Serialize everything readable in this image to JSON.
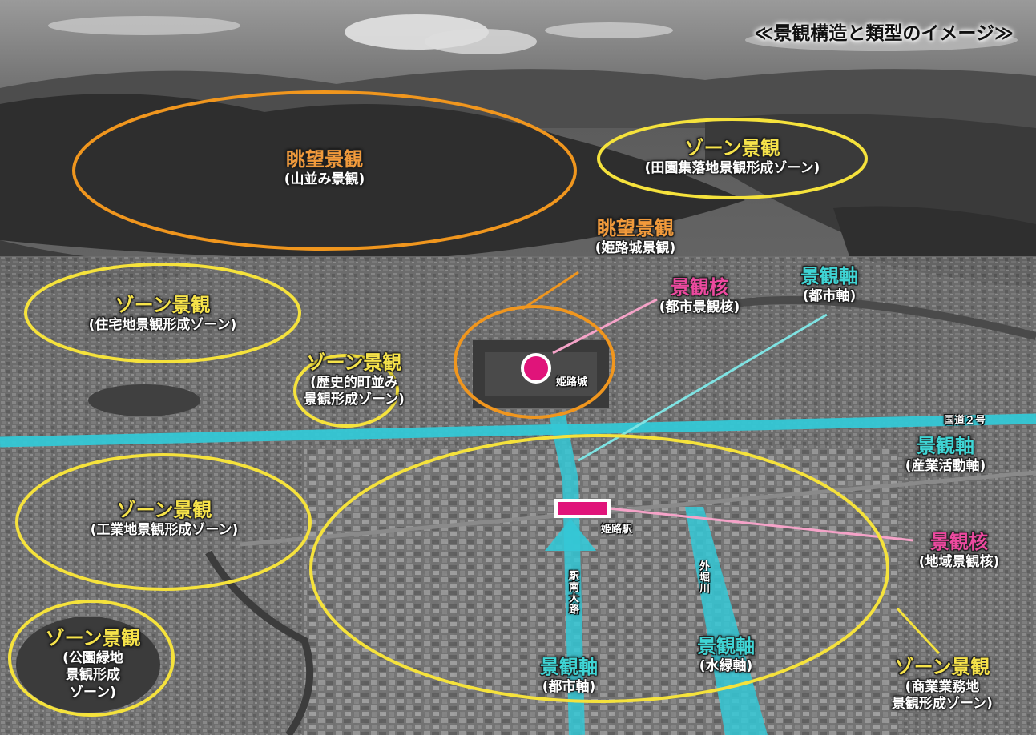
{
  "title": "≪景観構造と類型のイメージ≫",
  "labels": {
    "vista_mountains": {
      "title": "眺望景観",
      "sub": "(山並み景観)"
    },
    "zone_rural": {
      "title": "ゾーン景観",
      "sub": "(田園集落地景観形成ゾーン)"
    },
    "vista_castle": {
      "title": "眺望景観",
      "sub": "(姫路城景観)"
    },
    "core_city": {
      "title": "景観核",
      "sub": "(都市景観核)"
    },
    "axis_city_top": {
      "title": "景観軸",
      "sub": "(都市軸)"
    },
    "zone_residential": {
      "title": "ゾーン景観",
      "sub": "(住宅地景観形成ゾーン)"
    },
    "zone_historic": {
      "title": "ゾーン景観",
      "sub1": "(歴史的町並み",
      "sub2": "景観形成ゾーン)"
    },
    "axis_industry": {
      "title": "景観軸",
      "sub": "(産業活動軸)"
    },
    "zone_industrial": {
      "title": "ゾーン景観",
      "sub": "(工業地景観形成ゾーン)"
    },
    "core_regional": {
      "title": "景観核",
      "sub": "(地域景観核)"
    },
    "zone_park": {
      "title": "ゾーン景観",
      "sub1": "(公園緑地",
      "sub2": "景観形成",
      "sub3": "ゾーン)"
    },
    "axis_water": {
      "title": "景観軸",
      "sub": "(水緑軸)"
    },
    "axis_city_bottom": {
      "title": "景観軸",
      "sub": "(都市軸)"
    },
    "zone_commercial": {
      "title": "ゾーン景観",
      "sub1": "(商業業務地",
      "sub2": "景観形成ゾーン)"
    }
  },
  "places": {
    "castle": "姫路城",
    "station": "姫路駅",
    "route2": "国道２号",
    "avenue": "駅南大路",
    "river": "外堀川"
  },
  "colors": {
    "vista": "#f0961e",
    "zone": "#f5e23c",
    "core": "#e0147a",
    "axis": "#34c8d6"
  }
}
